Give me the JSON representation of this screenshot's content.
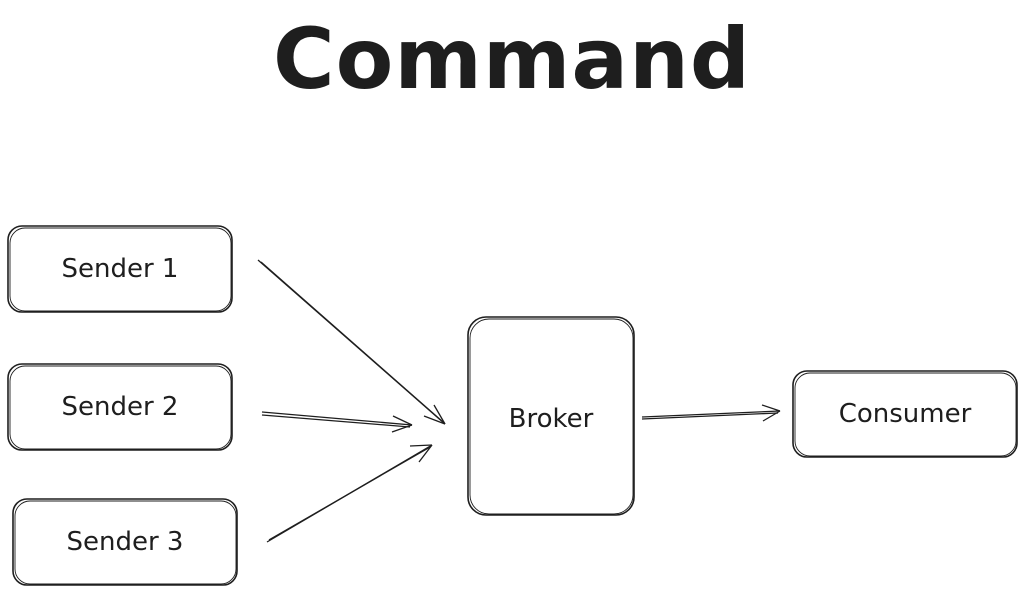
{
  "title": "Command",
  "nodes": {
    "sender1": "Sender 1",
    "sender2": "Sender 2",
    "sender3": "Sender 3",
    "broker": "Broker",
    "consumer": "Consumer"
  },
  "colors": {
    "stroke": "#1e1e1e",
    "background": "#ffffff"
  }
}
